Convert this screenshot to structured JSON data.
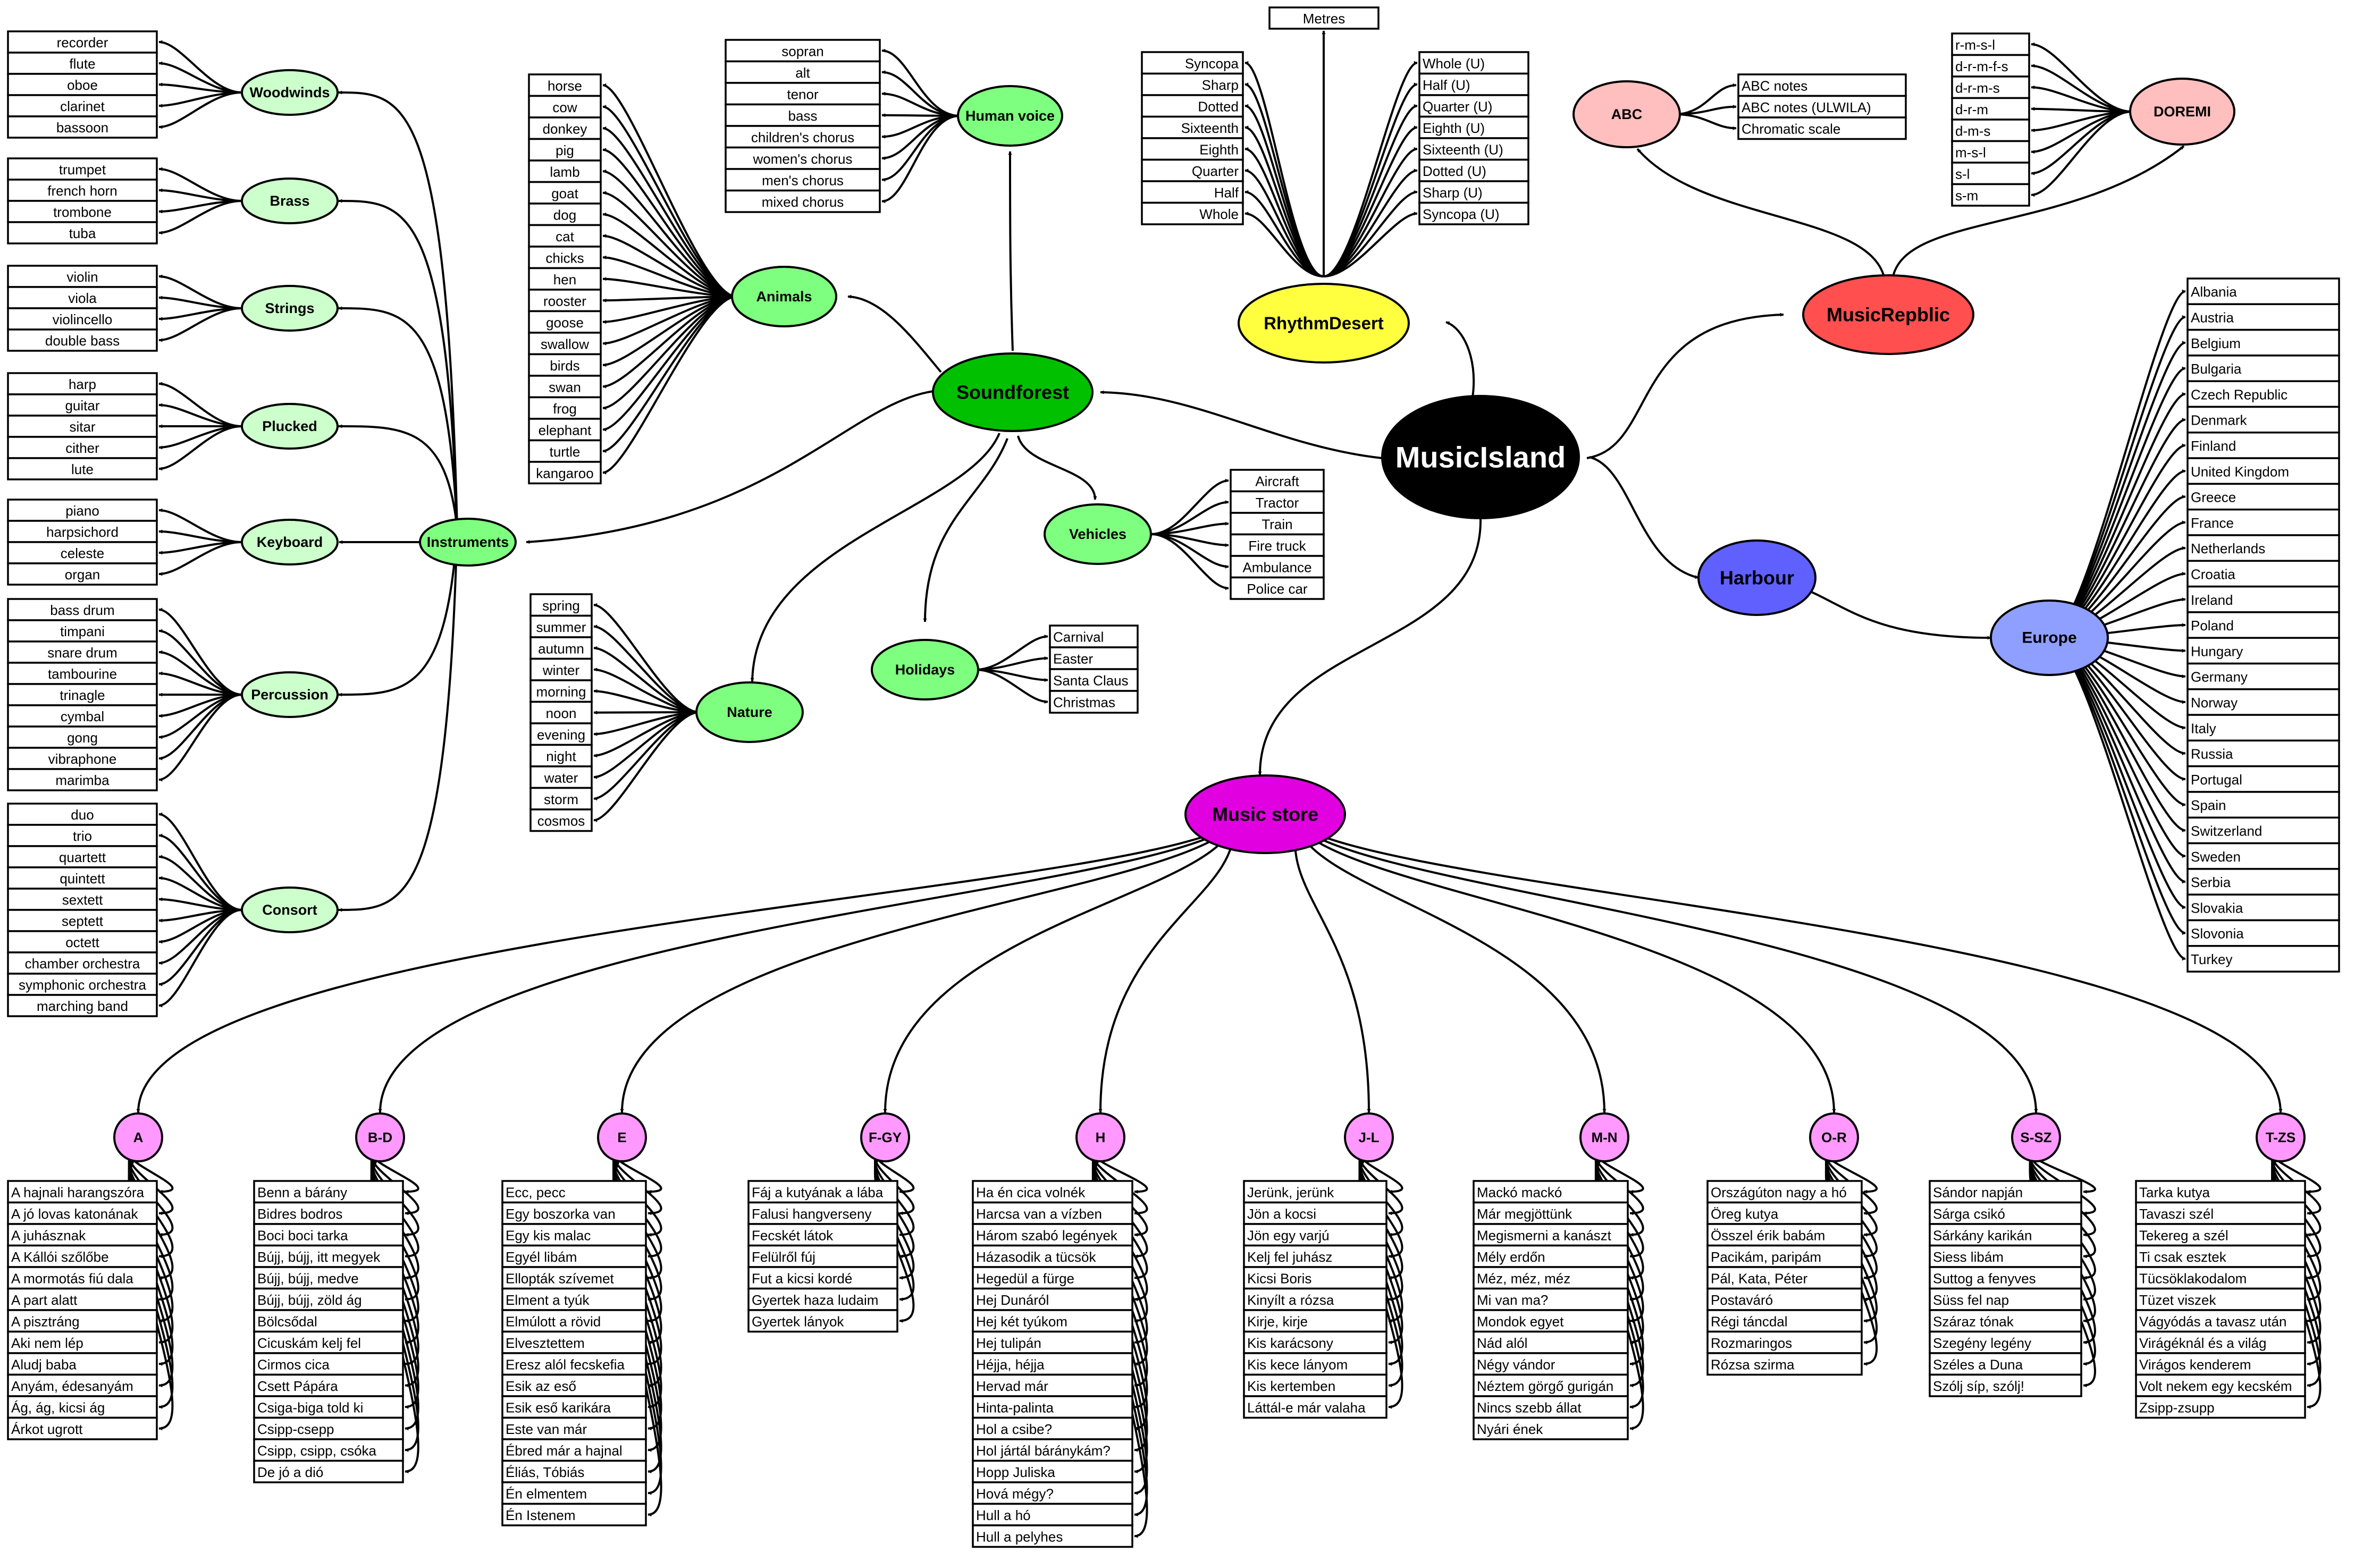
{
  "center": {
    "label": "MusicIsland",
    "color": "#000000",
    "text_color": "#ffffff"
  },
  "colors": {
    "category": "#7fff7f",
    "instrument_group": "#ccffcc",
    "soundforest": "#00c000",
    "rhythm": "#ffff40",
    "republic": "#ff4f4f",
    "abc": "#ffbfbf",
    "harbour": "#6060ff",
    "europe": "#8f9fff",
    "store": "#e000e0",
    "store_letter": "#ff99ff"
  },
  "soundforest": {
    "label": "Soundforest",
    "instruments": {
      "label": "Instruments",
      "groups": [
        {
          "label": "Woodwinds",
          "items": [
            "recorder",
            "flute",
            "oboe",
            "clarinet",
            "bassoon"
          ]
        },
        {
          "label": "Brass",
          "items": [
            "trumpet",
            "french horn",
            "trombone",
            "tuba"
          ]
        },
        {
          "label": "Strings",
          "items": [
            "violin",
            "viola",
            "violincello",
            "double bass"
          ]
        },
        {
          "label": "Plucked",
          "items": [
            "harp",
            "guitar",
            "sitar",
            "cither",
            "lute"
          ]
        },
        {
          "label": "Keyboard",
          "items": [
            "piano",
            "harpsichord",
            "celeste",
            "organ"
          ]
        },
        {
          "label": "Percussion",
          "items": [
            "bass drum",
            "timpani",
            "snare drum",
            "tambourine",
            "trinagle",
            "cymbal",
            "gong",
            "vibraphone",
            "marimba"
          ]
        },
        {
          "label": "Consort",
          "items": [
            "duo",
            "trio",
            "quartett",
            "quintett",
            "sextett",
            "septett",
            "octett",
            "chamber orchestra",
            "symphonic orchestra",
            "marching band"
          ]
        }
      ]
    },
    "animals": {
      "label": "Animals",
      "items": [
        "horse",
        "cow",
        "donkey",
        "pig",
        "lamb",
        "goat",
        "dog",
        "cat",
        "chicks",
        "hen",
        "rooster",
        "goose",
        "swallow",
        "birds",
        "swan",
        "frog",
        "elephant",
        "turtle",
        "kangaroo"
      ]
    },
    "human_voice": {
      "label": "Human voice",
      "items": [
        "sopran",
        "alt",
        "tenor",
        "bass",
        "children's chorus",
        "women's chorus",
        "men's chorus",
        "mixed chorus"
      ]
    },
    "nature": {
      "label": "Nature",
      "items": [
        "spring",
        "summer",
        "autumn",
        "winter",
        "morning",
        "noon",
        "evening",
        "night",
        "water",
        "storm",
        "cosmos"
      ]
    },
    "vehicles": {
      "label": "Vehicles",
      "items": [
        "Aircraft",
        "Tractor",
        "Train",
        "Fire truck",
        "Ambulance",
        "Police car"
      ]
    },
    "holidays": {
      "label": "Holidays",
      "items": [
        "Carnival",
        "Easter",
        "Santa Claus",
        "Christmas"
      ]
    }
  },
  "rhythm": {
    "label": "RhythmDesert",
    "metres": "Metres",
    "left": [
      "Syncopa",
      "Sharp",
      "Dotted",
      "Sixteenth",
      "Eighth",
      "Quarter",
      "Half",
      "Whole"
    ],
    "right": [
      "Whole (U)",
      "Half (U)",
      "Quarter (U)",
      "Eighth (U)",
      "Sixteenth (U)",
      "Dotted (U)",
      "Sharp (U)",
      "Syncopa (U)"
    ]
  },
  "republic": {
    "label": "MusicRepblic",
    "abc": {
      "label": "ABC",
      "items": [
        "ABC notes",
        "ABC notes (ULWILA)",
        "Chromatic scale"
      ]
    },
    "doremi": {
      "label": "DOREMI",
      "items": [
        "r-m-s-l",
        "d-r-m-f-s",
        "d-r-m-s",
        "d-r-m",
        "d-m-s",
        "m-s-l",
        "s-l",
        "s-m"
      ]
    }
  },
  "harbour": {
    "label": "Harbour",
    "europe": {
      "label": "Europe",
      "items": [
        "Albania",
        "Austria",
        "Belgium",
        "Bulgaria",
        "Czech Republic",
        "Denmark",
        "Finland",
        "United Kingdom",
        "Greece",
        "France",
        "Netherlands",
        "Croatia",
        "Ireland",
        "Poland",
        "Hungary",
        "Germany",
        "Norway",
        "Italy",
        "Russia",
        "Portugal",
        "Spain",
        "Switzerland",
        "Sweden",
        "Serbia",
        "Slovakia",
        "Slovonia",
        "Turkey"
      ]
    }
  },
  "store": {
    "label": "Music store",
    "letters": [
      {
        "label": "A",
        "items": [
          "A hajnali harangszóra",
          "A jó lovas katonának",
          "A juhásznak",
          "A Kállói szőlőbe",
          "A mormotás fiú dala",
          "A part alatt",
          "A pisztráng",
          "Aki nem lép",
          "Aludj baba",
          "Anyám, édesanyám",
          "Ág, ág, kicsi ág",
          "Árkot ugrott"
        ]
      },
      {
        "label": "B-D",
        "items": [
          "Benn a bárány",
          "Bidres bodros",
          "Boci boci tarka",
          "Bújj, bújj, itt megyek",
          "Bújj, bújj, medve",
          "Bújj, bújj, zöld ág",
          "Bölcsődal",
          "Cicuskám kelj fel",
          "Cirmos cica",
          "Csett Pápára",
          "Csiga-biga told ki",
          "Csipp-csepp",
          "Csipp, csipp, csóka",
          "De jó a dió"
        ]
      },
      {
        "label": "E",
        "items": [
          "Ecc, pecc",
          "Egy boszorka van",
          "Egy kis malac",
          "Egyél libám",
          "Ellopták szívemet",
          "Elment a tyúk",
          "Elmúlott a rövid",
          "Elvesztettem",
          "Eresz alól fecskefia",
          "Esik az eső",
          "Esik eső karikára",
          "Este van már",
          "Ébred már a hajnal",
          "Éliás, Tóbiás",
          "Én elmentem",
          "Én Istenem"
        ]
      },
      {
        "label": "F-GY",
        "items": [
          "Fáj a kutyának a lába",
          "Falusi hangverseny",
          "Fecskét látok",
          "Felülről fúj",
          "Fut a kicsi kordé",
          "Gyertek haza ludaim",
          "Gyertek lányok"
        ]
      },
      {
        "label": "H",
        "items": [
          "Ha én cica volnék",
          "Harcsa van a vízben",
          "Három szabó legények",
          "Házasodik a tücsök",
          "Hegedül a fürge",
          "Hej Dunáról",
          "Hej két tyúkom",
          "Hej tulipán",
          "Héjja, héjja",
          "Hervad már",
          "Hinta-palinta",
          "Hol a csibe?",
          "Hol jártál báránykám?",
          "Hopp Juliska",
          "Hová mégy?",
          "Hull a hó",
          "Hull a pelyhes"
        ]
      },
      {
        "label": "J-L",
        "items": [
          "Jerünk, jerünk",
          "Jön a kocsi",
          "Jön egy varjú",
          "Kelj fel juhász",
          "Kicsi Boris",
          "Kinyílt a rózsa",
          "Kirje, kirje",
          "Kis karácsony",
          "Kis kece lányom",
          "Kis kertemben",
          "Láttál-e már valaha"
        ]
      },
      {
        "label": "M-N",
        "items": [
          "Mackó mackó",
          "Már megjöttünk",
          "Megismerni a kanászt",
          "Mély erdőn",
          "Méz, méz, méz",
          "Mi van ma?",
          "Mondok egyet",
          "Nád alól",
          "Négy vándor",
          "Néztem görgő gurigán",
          "Nincs szebb állat",
          "Nyári ének"
        ]
      },
      {
        "label": "O-R",
        "items": [
          "Országúton nagy a hó",
          "Öreg kutya",
          "Összel érik babám",
          "Pacikám, paripám",
          "Pál, Kata, Péter",
          "Postaváró",
          "Régi táncdal",
          "Rozmaringos",
          "Rózsa szirma"
        ]
      },
      {
        "label": "S-SZ",
        "items": [
          "Sándor napján",
          "Sárga csikó",
          "Sárkány karikán",
          "Siess libám",
          "Suttog a fenyves",
          "Süss fel nap",
          "Száraz tónak",
          "Szegény legény",
          "Széles a Duna",
          "Szólj síp, szólj!"
        ]
      },
      {
        "label": "T-ZS",
        "items": [
          "Tarka kutya",
          "Tavaszi szél",
          "Tekereg a szél",
          "Ti csak esztek",
          "Tücsöklakodalom",
          "Tüzet viszek",
          "Vágyódás a tavasz után",
          "Virágéknál és a világ",
          "Virágos kenderem",
          "Volt nekem egy kecském",
          "Zsipp-zsupp"
        ]
      }
    ]
  }
}
